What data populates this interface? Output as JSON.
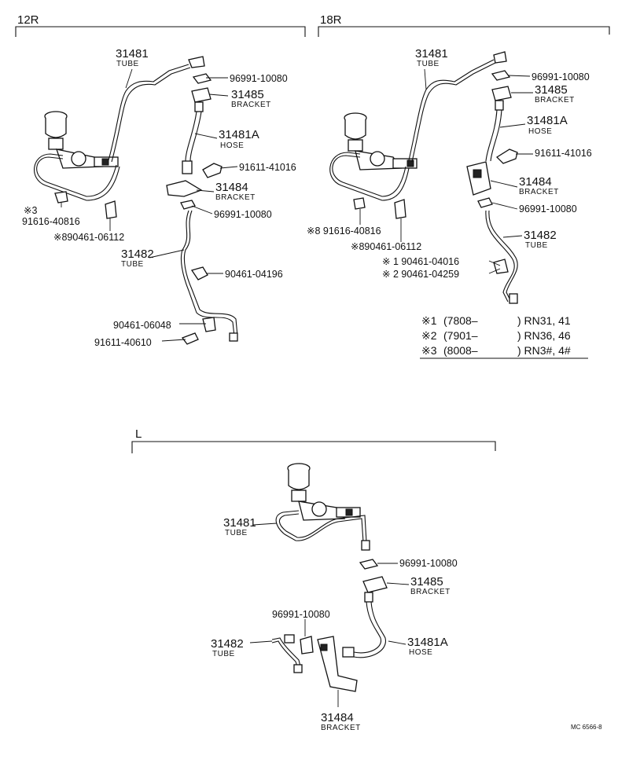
{
  "sections": {
    "r12": "12R",
    "r18": "18R",
    "l": "L"
  },
  "r12": {
    "tube_top_no": "31481",
    "tube_top_name": "TUBE",
    "clip_top": "96991-10080",
    "bracket_top_no": "31485",
    "bracket_top_name": "BRACKET",
    "hose_no": "31481A",
    "hose_name": "HOSE",
    "bolt": "91611-41016",
    "bracket_mid_no": "31484",
    "bracket_mid_name": "BRACKET",
    "clip_mid": "96991-10080",
    "star3": "※3",
    "bolt_left": "91616-40816",
    "clamp_left": "※890461-06112",
    "tube_low_no": "31482",
    "tube_low_name": "TUBE",
    "clamp1": "90461-04196",
    "clamp2": "90461-06048",
    "bolt2": "91611-40610"
  },
  "r18": {
    "tube_top_no": "31481",
    "tube_top_name": "TUBE",
    "clip_top": "96991-10080",
    "bracket_top_no": "31485",
    "bracket_top_name": "BRACKET",
    "hose_no": "31481A",
    "hose_name": "HOSE",
    "bolt": "91611-41016",
    "bracket_mid_no": "31484",
    "bracket_mid_name": "BRACKET",
    "clip_mid": "96991-10080",
    "bolt_left": "※8 91616-40816",
    "clamp_left": "※890461-06112",
    "tube_low_no": "31482",
    "tube_low_name": "TUBE",
    "clamp_1": "※ 1  90461-04016",
    "clamp_2": "※ 2  90461-04259"
  },
  "notes": [
    {
      "mark": "※1",
      "range": "(7808–",
      "models": ") RN31, 41"
    },
    {
      "mark": "※2",
      "range": "(7901–",
      "models": ") RN36, 46"
    },
    {
      "mark": "※3",
      "range": "(8008–",
      "models": ") RN3#, 4#"
    }
  ],
  "l": {
    "tube_top_no": "31481",
    "tube_top_name": "TUBE",
    "clip_top": "96991-10080",
    "bracket_top_no": "31485",
    "bracket_top_name": "BRACKET",
    "clip_mid": "96991-10080",
    "tube_low_no": "31482",
    "tube_low_name": "TUBE",
    "hose_no": "31481A",
    "hose_name": "HOSE",
    "bracket_low_no": "31484",
    "bracket_low_name": "BRACKET"
  },
  "code": "MC 6566-8"
}
